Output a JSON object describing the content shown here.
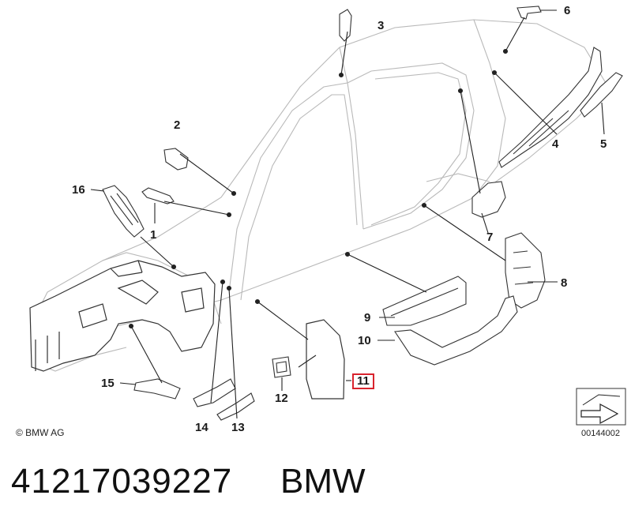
{
  "diagram": {
    "callouts": [
      {
        "key": "c1",
        "label": "1"
      },
      {
        "key": "c2",
        "label": "2"
      },
      {
        "key": "c3",
        "label": "3"
      },
      {
        "key": "c4",
        "label": "4"
      },
      {
        "key": "c5",
        "label": "5"
      },
      {
        "key": "c6",
        "label": "6"
      },
      {
        "key": "c7",
        "label": "7"
      },
      {
        "key": "c8",
        "label": "8"
      },
      {
        "key": "c9",
        "label": "9"
      },
      {
        "key": "c10",
        "label": "10"
      },
      {
        "key": "c11",
        "label": "11",
        "highlighted": true
      },
      {
        "key": "c12",
        "label": "12"
      },
      {
        "key": "c13",
        "label": "13"
      },
      {
        "key": "c14",
        "label": "14"
      },
      {
        "key": "c15",
        "label": "15"
      },
      {
        "key": "c16",
        "label": "16"
      }
    ],
    "highlight_color": "#d9232d",
    "copyright": "© BMW AG",
    "diagram_code": "00144002"
  },
  "footer": {
    "part_number": "41217039227",
    "brand": "BMW"
  }
}
